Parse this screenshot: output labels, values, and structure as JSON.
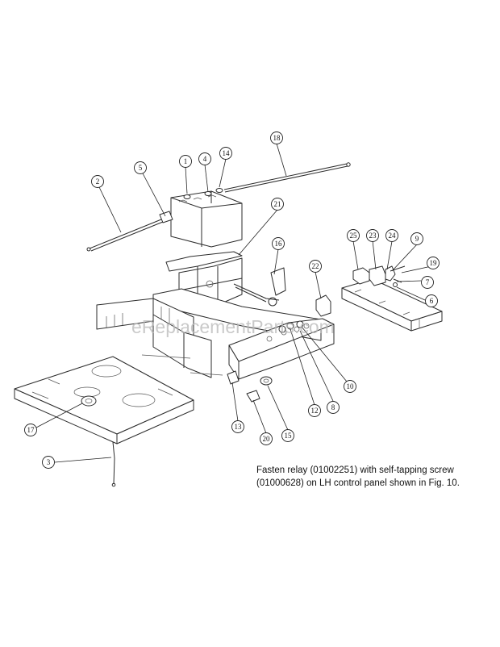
{
  "watermark": "eReplacementParts.com",
  "note": {
    "line1": "Fasten relay (01002251) with self-tapping screw",
    "line2": "(01000628) on LH control panel shown in Fig. 10."
  },
  "callouts": [
    {
      "id": "c1",
      "label": "1"
    },
    {
      "id": "c2",
      "label": "2"
    },
    {
      "id": "c3",
      "label": "3"
    },
    {
      "id": "c4",
      "label": "4"
    },
    {
      "id": "c5",
      "label": "5"
    },
    {
      "id": "c6",
      "label": "6"
    },
    {
      "id": "c7",
      "label": "7"
    },
    {
      "id": "c8",
      "label": "8"
    },
    {
      "id": "c9",
      "label": "9"
    },
    {
      "id": "c10",
      "label": "10"
    },
    {
      "id": "c12",
      "label": "12"
    },
    {
      "id": "c13",
      "label": "13"
    },
    {
      "id": "c14",
      "label": "14"
    },
    {
      "id": "c15",
      "label": "15"
    },
    {
      "id": "c16",
      "label": "16"
    },
    {
      "id": "c17",
      "label": "17"
    },
    {
      "id": "c18",
      "label": "18"
    },
    {
      "id": "c19",
      "label": "19"
    },
    {
      "id": "c20",
      "label": "20"
    },
    {
      "id": "c21",
      "label": "21"
    },
    {
      "id": "c22",
      "label": "22"
    },
    {
      "id": "c23",
      "label": "23"
    },
    {
      "id": "c24",
      "label": "24"
    },
    {
      "id": "c25",
      "label": "25"
    }
  ]
}
